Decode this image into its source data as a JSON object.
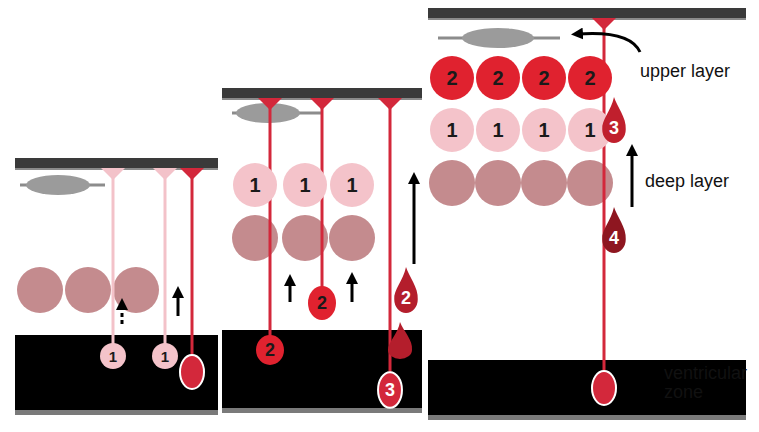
{
  "diagram": {
    "nodes": [
      {
        "text": [
          "1"
        ]
      },
      {
        "text": [
          "1"
        ]
      },
      {
        "text": [
          "1"
        ]
      },
      {
        "text": [
          "1"
        ]
      },
      {
        "text": [
          "1"
        ]
      },
      {
        "text": [
          "2"
        ]
      },
      {
        "text": [
          "2"
        ]
      },
      {
        "text": [
          "2"
        ]
      },
      {
        "text": [
          "3"
        ]
      },
      {
        "text": [
          "2"
        ]
      },
      {
        "text": [
          "2"
        ]
      },
      {
        "text": [
          "2"
        ]
      },
      {
        "text": [
          "2"
        ]
      },
      {
        "text": [
          "1"
        ]
      },
      {
        "text": [
          "1"
        ]
      },
      {
        "text": [
          "1"
        ]
      },
      {
        "text": [
          "1"
        ]
      },
      {
        "text": [
          "3"
        ]
      },
      {
        "text": [
          "4"
        ]
      }
    ],
    "labels": [
      "upper layer",
      "deep layer",
      "ventricular zone"
    ]
  }
}
